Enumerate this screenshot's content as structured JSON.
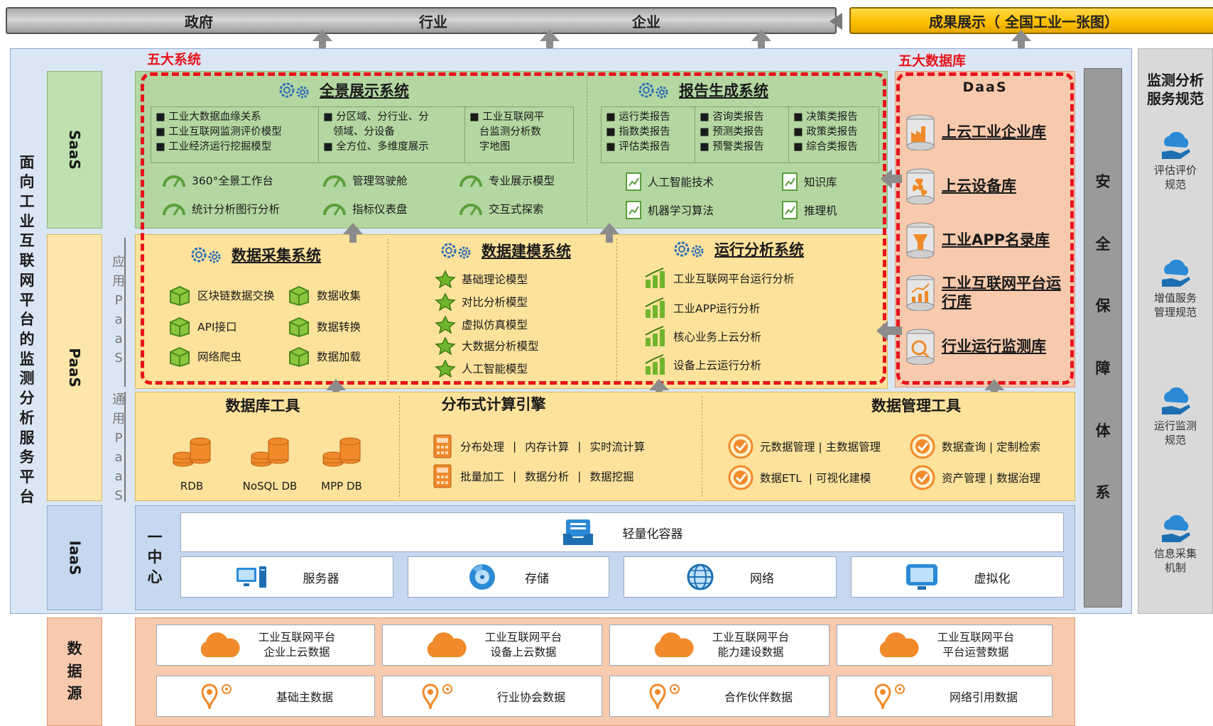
{
  "top_bar": {
    "labels": [
      "政府",
      "行业",
      "企业"
    ],
    "result": "成果展示（ 全国工业一张图）"
  },
  "left_title": [
    "面",
    "向",
    "工",
    "业",
    "互",
    "联",
    "网",
    "平",
    "台",
    "的",
    "监",
    "测",
    "分",
    "析",
    "服",
    "务",
    "平",
    "台"
  ],
  "five_systems_title": "五大系统",
  "five_db_title": "五大数据库",
  "layers": {
    "saas": "SaaS",
    "paas": "PaaS",
    "iaas": "IaaS",
    "app_paas": [
      "应",
      "用",
      "P",
      "a",
      "a",
      "S"
    ],
    "gen_paas": [
      "通",
      "用",
      "P",
      "a",
      "a",
      "S"
    ],
    "data_source": [
      "数",
      "据",
      "源"
    ]
  },
  "saas": {
    "panorama": {
      "title": "全景展示系统",
      "col1": [
        "■ 工业大数据血缘关系",
        "■ 工业互联网监测评价模型",
        "■ 工业经济运行挖掘模型"
      ],
      "col2": [
        "■ 分区域、分行业、分",
        "   领域、分设备",
        "■ 全方位、多维度展示"
      ],
      "col3": [
        "■ 工业互联网平",
        "   台监测分析数",
        "   字地图"
      ],
      "gauges": [
        "360°全景工作台",
        "管理驾驶舱",
        "专业展示模型",
        "统计分析图行分析",
        "指标仪表盘",
        "交互式探索"
      ]
    },
    "report": {
      "title": "报告生成系统",
      "col1": [
        "■ 运行类报告",
        "■ 指数类报告",
        "■ 评估类报告"
      ],
      "col2": [
        "■ 咨询类报告",
        "■ 预测类报告",
        "■ 预警类报告"
      ],
      "col3": [
        "■ 决策类报告",
        "■ 政策类报告",
        "■ 综合类报告"
      ],
      "items": [
        "人工智能技术",
        "知识库",
        "机器学习算法",
        "推理机"
      ]
    }
  },
  "paas_app": {
    "collect": {
      "title": "数据采集系统",
      "items": [
        "区块链数据交换",
        "数据收集",
        "API接口",
        "数据转换",
        "网络爬虫",
        "数据加载"
      ]
    },
    "modeling": {
      "title": "数据建模系统",
      "items": [
        "基础理论模型",
        "对比分析模型",
        "虚拟仿真模型",
        "大数据分析模型",
        "人工智能模型"
      ]
    },
    "ops": {
      "title": "运行分析系统",
      "items": [
        "工业互联网平台运行分析",
        "工业APP运行分析",
        "核心业务上云分析",
        "设备上云运行分析"
      ]
    }
  },
  "daas": {
    "title": "DaaS",
    "dbs": [
      "上云工业企业库",
      "上云设备库",
      "工业APP名录库",
      "工业互联网平台运行库",
      "行业运行监测库"
    ]
  },
  "security": [
    "安",
    "全",
    "保",
    "障",
    "体",
    "系"
  ],
  "paas_general": {
    "db_tools": {
      "title": "数据库工具",
      "dbs": [
        "RDB",
        "NoSQL DB",
        "MPP DB"
      ]
    },
    "compute": {
      "title": "分布式计算引擎",
      "row1": [
        "分布处理",
        "内存计算",
        "实时流计算"
      ],
      "row2": [
        "批量加工",
        "数据分析",
        "数据挖掘"
      ]
    },
    "mgmt": {
      "title": "数据管理工具",
      "items": [
        "元数据管理 | 主数据管理",
        "数据查询 | 定制检索",
        "数据ETL  | 可视化建模",
        "资产管理 | 数据治理"
      ]
    }
  },
  "iaas": {
    "center": [
      "一",
      "中",
      "心"
    ],
    "container": "轻量化容器",
    "items": [
      "服务器",
      "存储",
      "网络",
      "虚拟化"
    ]
  },
  "data_sources": {
    "clouds": [
      [
        "工业互联网平台",
        "企业上云数据"
      ],
      [
        "工业互联网平台",
        "设备上云数据"
      ],
      [
        "工业互联网平台",
        "能力建设数据"
      ],
      [
        "工业互联网平台",
        "平台运营数据"
      ]
    ],
    "others": [
      "基础主数据",
      "行业协会数据",
      "合作伙伴数据",
      "网络引用数据"
    ]
  },
  "right_panel": {
    "title": [
      "监测分析",
      "服务规范"
    ],
    "items": [
      [
        "评估评价",
        "规范"
      ],
      [
        "增值服务",
        "管理规范"
      ],
      [
        "运行监测",
        "规范"
      ],
      [
        "信息采集",
        "机制"
      ]
    ]
  },
  "colors": {
    "red": "#e8121a",
    "green": "#b4d7a2",
    "yellow": "#fde29b",
    "salmon": "#f7c9ad",
    "blue": "#c6d8ef"
  }
}
